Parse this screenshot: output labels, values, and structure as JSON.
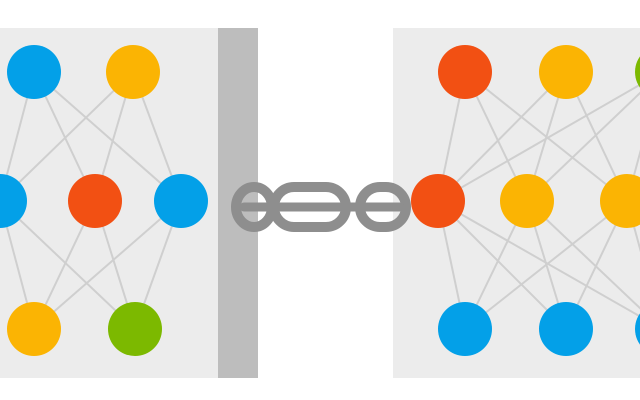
{
  "colors": {
    "background": "#ffffff",
    "panel": "#ececec",
    "divider": "#bdbdbd",
    "edge": "#cfcfcf",
    "chain": "#8e8e8e",
    "blue": "#03a0e8",
    "orange": "#fbb403",
    "red": "#f25013",
    "green": "#7cb900"
  },
  "left_network": {
    "top_row": [
      "blue",
      "orange"
    ],
    "middle_row": [
      "blue",
      "red",
      "blue"
    ],
    "bottom_row": [
      "orange",
      "green"
    ]
  },
  "right_network": {
    "top_row": [
      "red",
      "orange",
      "green"
    ],
    "middle_row": [
      "red",
      "orange",
      "orange"
    ],
    "bottom_row": [
      "blue",
      "blue",
      "blue"
    ]
  },
  "icons": {
    "connector": "chain-link-icon"
  }
}
